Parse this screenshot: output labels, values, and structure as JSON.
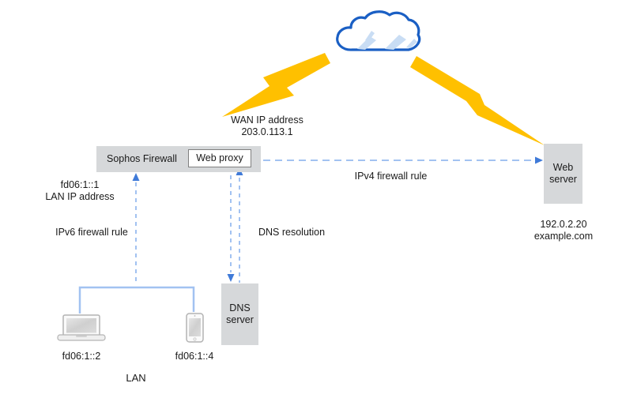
{
  "title": "Sophos Firewall web proxy network diagram",
  "colors": {
    "node_fill": "#d6d8da",
    "proxy_fill": "#ffffff",
    "lightning_bolt": "#ffc000",
    "cloud_stroke": "#1a5fc4",
    "cloud_highlight": "#c9ddf4",
    "connector_blue": "#a2c2f1",
    "arrowhead_blue": "#3f7ad8",
    "text": "#1a1a1a"
  },
  "nodes": {
    "internet": {
      "icon": "cloud-icon"
    },
    "firewall": {
      "label": "Sophos Firewall",
      "web_proxy_label": "Web proxy"
    },
    "web_server": {
      "label": "Web server",
      "ip": "192.0.2.20",
      "hostname": "example.com"
    },
    "dns_server": {
      "label": "DNS server"
    },
    "laptop": {
      "ip": "fd06:1::2",
      "icon": "laptop-icon"
    },
    "phone": {
      "ip": "fd06:1::4",
      "icon": "smartphone-icon"
    },
    "lan": {
      "label": "LAN"
    }
  },
  "labels": {
    "wan_ip_title": "WAN IP address",
    "wan_ip": "203.0.113.1",
    "lan_ip": "fd06:1::1",
    "lan_ip_title": "LAN IP address",
    "ipv6_rule": "IPv6 firewall rule",
    "ipv4_rule": "IPv4 firewall rule",
    "dns_resolution": "DNS resolution"
  }
}
